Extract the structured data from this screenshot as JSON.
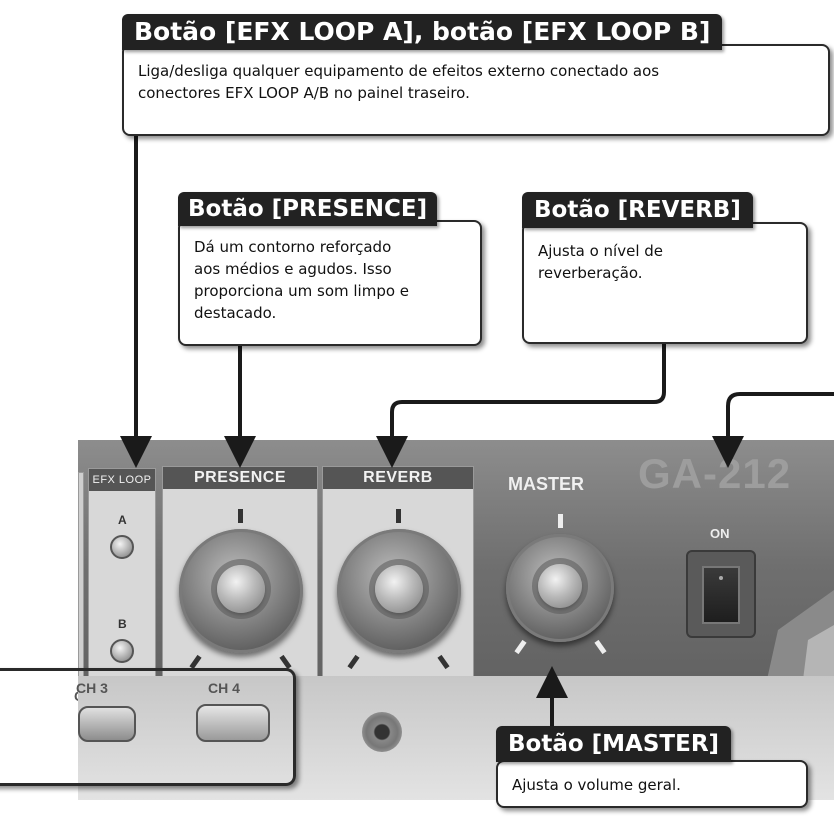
{
  "callouts": {
    "efx_loop": {
      "title": "Botão [EFX LOOP A], botão [EFX LOOP B]",
      "lines": [
        "Liga/desliga qualquer equipamento de efeitos externo conectado aos",
        "conectores EFX LOOP A/B no painel traseiro."
      ]
    },
    "presence": {
      "title": "Botão [PRESENCE]",
      "lines": [
        "Dá um contorno reforçado",
        "aos médios e agudos. Isso",
        "proporciona um som limpo e",
        "destacado."
      ]
    },
    "reverb": {
      "title": "Botão [REVERB]",
      "lines": [
        "Ajusta o nível de",
        "reverberação."
      ]
    },
    "master": {
      "title": "Botão [MASTER]",
      "lines": [
        "Ajusta o volume geral."
      ]
    }
  },
  "panel": {
    "efx_loop_label": "EFX LOOP",
    "efx_a": "A",
    "efx_b": "B",
    "presence_label": "PRESENCE",
    "reverb_label": "REVERB",
    "master_label": "MASTER",
    "model": "GA-212",
    "power_label": "ON",
    "ch3_label": "CH 3",
    "ch4_label": "CH 4"
  },
  "colors": {
    "panel": "#6f6f6f",
    "section": "#d8d8d8",
    "callout_header": "#222222"
  }
}
